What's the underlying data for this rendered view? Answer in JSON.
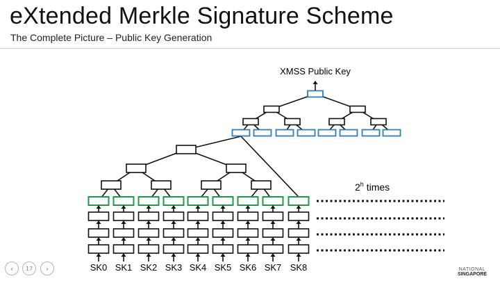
{
  "header": {
    "title": "eXtended Merkle Signature Scheme",
    "subtitle": "The Complete Picture – Public Key Generation"
  },
  "diagram": {
    "root_label": "XMSS Public Key",
    "repeat_label_base": "2",
    "repeat_label_sup": "h",
    "repeat_label_rest": " times",
    "secret_keys": [
      "SK0",
      "SK1",
      "SK2",
      "SK3",
      "SK4",
      "SK5",
      "SK6",
      "SK7",
      "SK8"
    ],
    "colors": {
      "node_border": "#111111",
      "upper_leaf_border": "#2e7fb4",
      "ots_leaf_border": "#1f9a4b",
      "line": "#111111"
    }
  },
  "nav": {
    "prev_icon": "‹",
    "page_number": "17",
    "next_icon": "›"
  },
  "logo": {
    "mark": "NATIONAL",
    "word": "SINGAPORE"
  }
}
